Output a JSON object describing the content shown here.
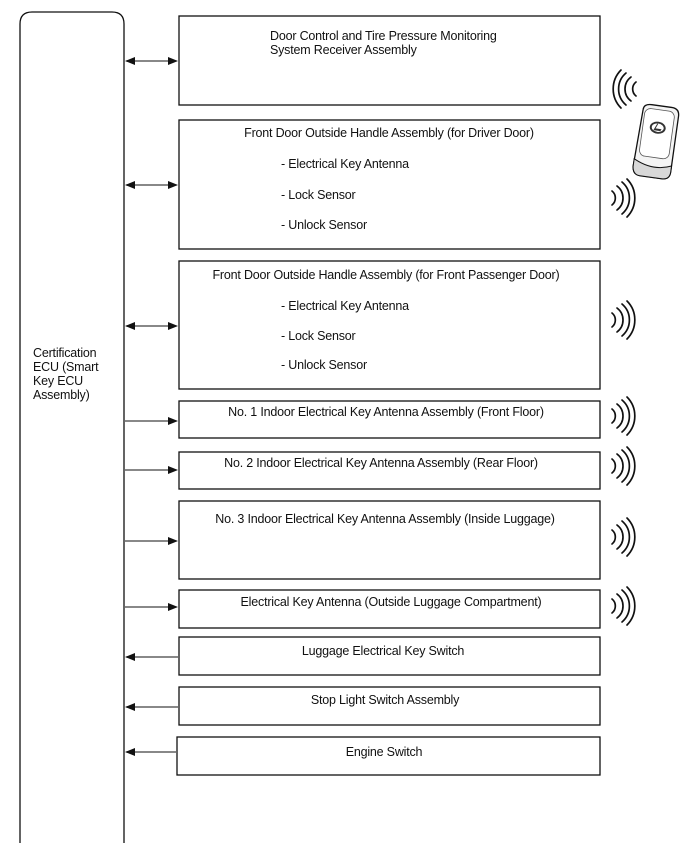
{
  "ecu": {
    "label_lines": [
      "Certification",
      "ECU (Smart",
      "Key ECU",
      "Assembly)"
    ]
  },
  "components": [
    {
      "id": "receiver",
      "title_lines": [
        "Door Control and Tire Pressure Monitoring",
        "System Receiver Assembly"
      ],
      "items": [],
      "direction": "bidirectional",
      "signal": "receive-left"
    },
    {
      "id": "driver-handle",
      "title_lines": [
        "Front Door Outside Handle Assembly (for Driver Door)"
      ],
      "items": [
        "- Electrical Key Antenna",
        "- Lock Sensor",
        "- Unlock Sensor"
      ],
      "direction": "bidirectional",
      "signal": "transmit-right"
    },
    {
      "id": "passenger-handle",
      "title_lines": [
        "Front Door Outside Handle Assembly (for Front Passenger Door)"
      ],
      "items": [
        "- Electrical Key Antenna",
        "- Lock Sensor",
        "- Unlock Sensor"
      ],
      "direction": "bidirectional",
      "signal": "transmit-right"
    },
    {
      "id": "front-floor-antenna",
      "title_lines": [
        "No. 1 Indoor Electrical Key Antenna Assembly (Front Floor)"
      ],
      "items": [],
      "direction": "to-component",
      "signal": "transmit-right"
    },
    {
      "id": "rear-floor-antenna",
      "title_lines": [
        "No. 2 Indoor Electrical Key Antenna Assembly (Rear Floor)"
      ],
      "items": [],
      "direction": "to-component",
      "signal": "transmit-right"
    },
    {
      "id": "inside-luggage-antenna",
      "title_lines": [
        "No. 3 Indoor Electrical Key Antenna Assembly (Inside Luggage)"
      ],
      "items": [],
      "direction": "to-component",
      "signal": "transmit-right"
    },
    {
      "id": "outside-luggage-antenna",
      "title_lines": [
        "Electrical Key Antenna (Outside Luggage Compartment)"
      ],
      "items": [],
      "direction": "to-component",
      "signal": "transmit-right"
    },
    {
      "id": "luggage-switch",
      "title_lines": [
        "Luggage Electrical Key Switch"
      ],
      "items": [],
      "direction": "to-ecu",
      "signal": "none"
    },
    {
      "id": "stop-light-switch",
      "title_lines": [
        "Stop Light Switch Assembly"
      ],
      "items": [],
      "direction": "to-ecu",
      "signal": "none"
    },
    {
      "id": "engine-switch",
      "title_lines": [
        "Engine Switch"
      ],
      "items": [],
      "direction": "to-ecu",
      "signal": "none"
    }
  ],
  "key_fob": {
    "icon": "electrical-key-fob-icon"
  }
}
